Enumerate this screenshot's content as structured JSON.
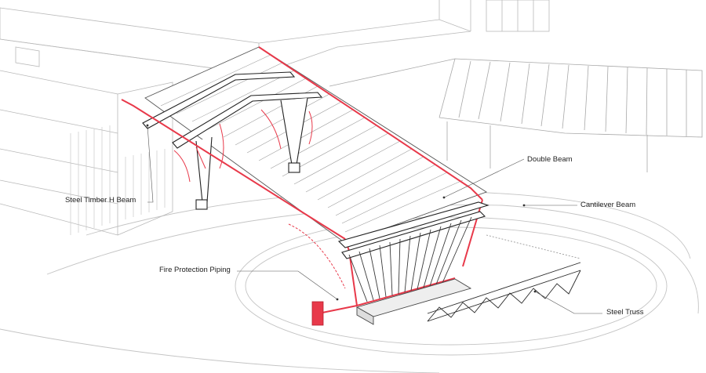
{
  "labels": {
    "double_beam": "Double Beam",
    "cantilever_beam": "Cantilever Beam",
    "steel_timber_h_beam": "Steel Timber H Beam",
    "fire_protection_piping": "Fire Protection Piping",
    "steel_truss": "Steel Truss"
  },
  "colors": {
    "highlight": "#e8394a",
    "line": "#3a3a3a",
    "light_line": "#b8b8b8"
  }
}
